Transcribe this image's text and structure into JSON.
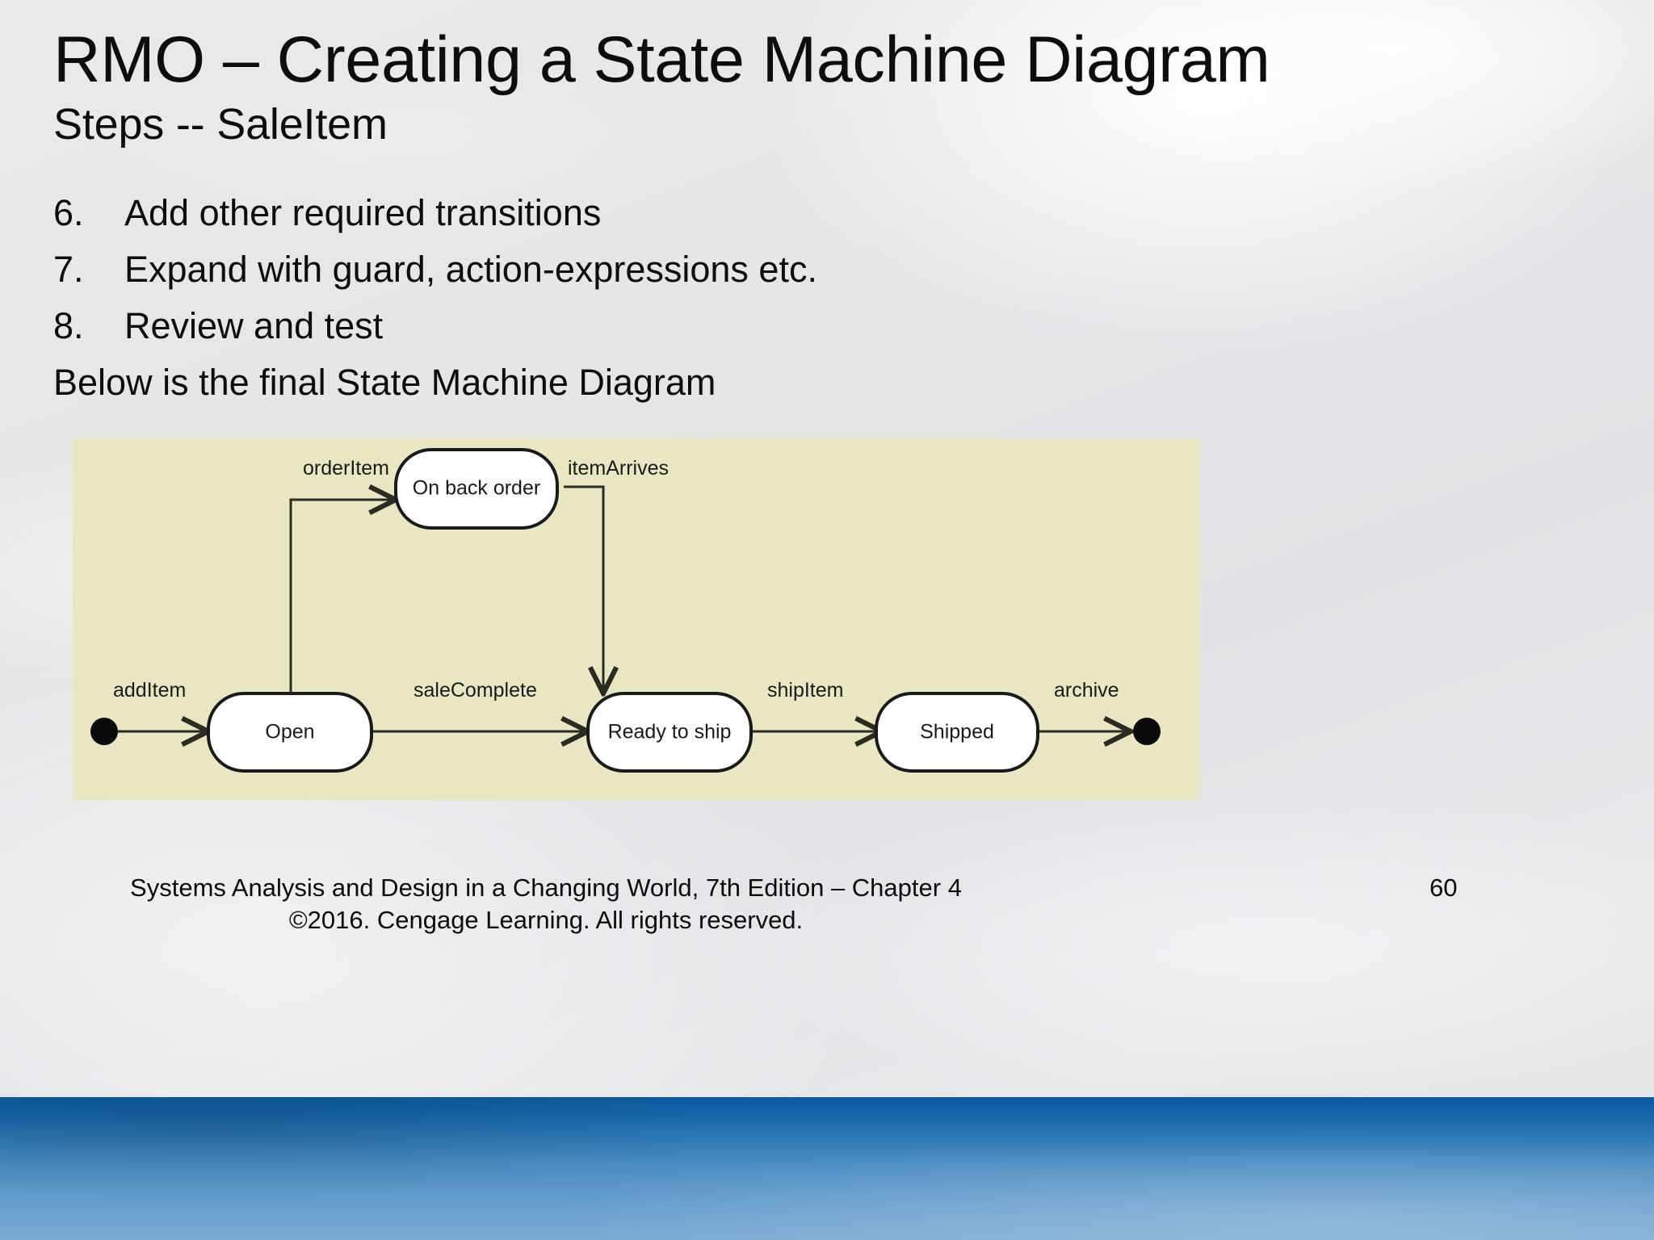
{
  "slide": {
    "title": "RMO – Creating a State Machine Diagram",
    "subtitle": "Steps -- SaleItem",
    "background_color": "#e4e5e7",
    "page_number": "60"
  },
  "body": {
    "items": [
      {
        "number": "6.",
        "text": "Add other required transitions"
      },
      {
        "number": "7.",
        "text": "Expand with guard, action-expressions etc."
      },
      {
        "number": "8.",
        "text": "Review and test"
      }
    ],
    "closing_line": "Below is the final State Machine Diagram"
  },
  "diagram": {
    "panel_color": "#e8e6c3",
    "state_fill": "#ffffff",
    "stroke_color": "#1a1a1a",
    "states": [
      {
        "id": "on-back-order",
        "label": "On back order"
      },
      {
        "id": "open",
        "label": "Open"
      },
      {
        "id": "ready-to-ship",
        "label": "Ready to ship"
      },
      {
        "id": "shipped",
        "label": "Shipped"
      }
    ],
    "pseudostates": [
      {
        "id": "initial",
        "kind": "initial"
      },
      {
        "id": "final",
        "kind": "final"
      }
    ],
    "transitions": [
      {
        "id": "t-additem",
        "label": "addItem",
        "from": "initial",
        "to": "open"
      },
      {
        "id": "t-orderitem",
        "label": "orderItem",
        "from": "open",
        "to": "on-back-order"
      },
      {
        "id": "t-itemarrives",
        "label": "itemArrives",
        "from": "on-back-order",
        "to": "ready-to-ship"
      },
      {
        "id": "t-salecomplete",
        "label": "saleComplete",
        "from": "open",
        "to": "ready-to-ship"
      },
      {
        "id": "t-shipitem",
        "label": "shipItem",
        "from": "ready-to-ship",
        "to": "shipped"
      },
      {
        "id": "t-archive",
        "label": "archive",
        "from": "shipped",
        "to": "final"
      }
    ]
  },
  "footer": {
    "line1": "Systems Analysis and Design in a Changing World, 7th Edition – Chapter 4",
    "line2": "©2016. Cengage Learning. All rights reserved.",
    "band_color": "#4a8cc2"
  }
}
